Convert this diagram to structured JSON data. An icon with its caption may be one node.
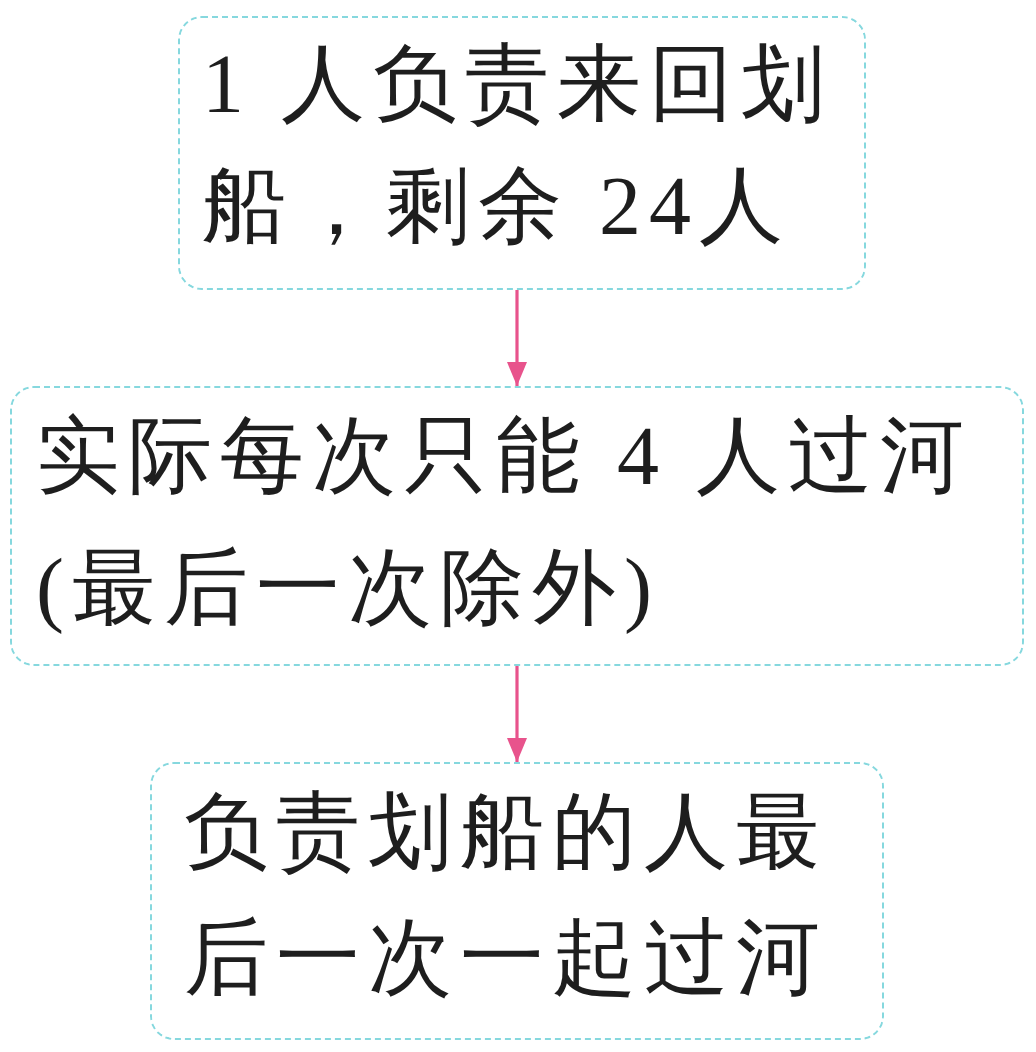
{
  "diagram": {
    "nodes": [
      {
        "text": [
          "1 人负责来回划船，剩余 24人"
        ]
      },
      {
        "text": [
          "实际每次只能 4 人过河(最后一次除外)"
        ]
      },
      {
        "text": [
          "负责划船的人最后一次一起过河"
        ]
      }
    ],
    "edges": [
      {
        "from": 0,
        "to": 1,
        "arrow": "to"
      },
      {
        "from": 1,
        "to": 2,
        "arrow": "to"
      }
    ]
  }
}
